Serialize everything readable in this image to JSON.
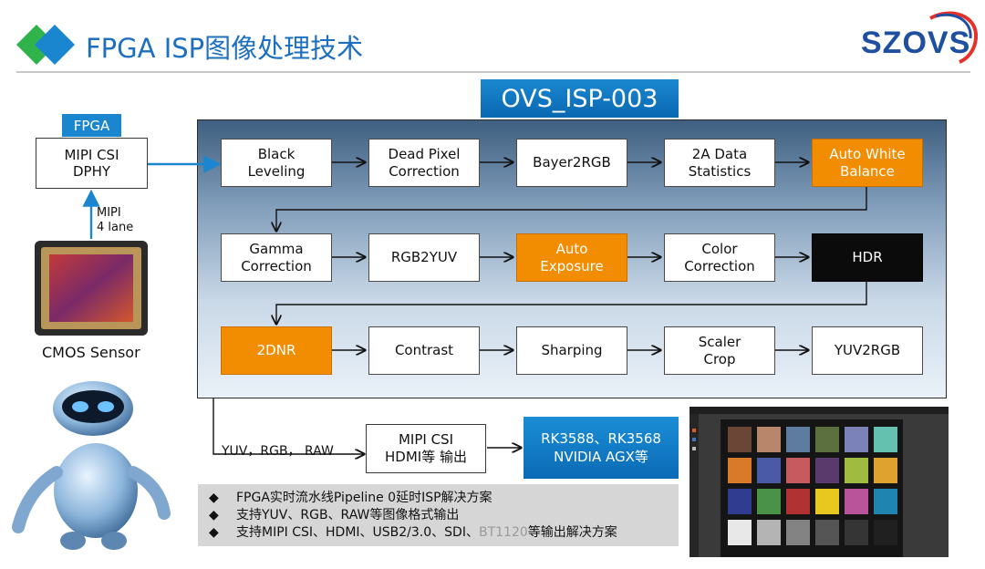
{
  "header": {
    "title": "FPGA ISP图像处理技术",
    "logo_text": "SZOVS"
  },
  "isp_title": "OVS_ISP-003",
  "pipeline": {
    "row1": [
      {
        "label": "Black\nLeveling",
        "style": "normal"
      },
      {
        "label": "Dead Pixel\nCorrection",
        "style": "normal"
      },
      {
        "label": "Bayer2RGB",
        "style": "normal"
      },
      {
        "label": "2A Data\nStatistics",
        "style": "normal"
      },
      {
        "label": "Auto White\nBalance",
        "style": "orange"
      }
    ],
    "row2": [
      {
        "label": "Gamma\nCorrection",
        "style": "normal"
      },
      {
        "label": "RGB2YUV",
        "style": "normal"
      },
      {
        "label": "Auto\nExposure",
        "style": "orange"
      },
      {
        "label": "Color\nCorrection",
        "style": "normal"
      },
      {
        "label": "HDR",
        "style": "black"
      }
    ],
    "row3": [
      {
        "label": "2DNR",
        "style": "orange"
      },
      {
        "label": "Contrast",
        "style": "normal"
      },
      {
        "label": "Sharping",
        "style": "normal"
      },
      {
        "label": "Scaler\nCrop",
        "style": "normal"
      },
      {
        "label": "YUV2RGB",
        "style": "normal"
      }
    ]
  },
  "fpga_tag": "FPGA",
  "mipi_box": "MIPI CSI\nDPHY",
  "mipi_lane": "MIPI\n4 lane",
  "sensor_label": "CMOS Sensor",
  "output_formats": "YUV，RGB， RAW",
  "output_box": "MIPI CSI\nHDMI等 输出",
  "soc_box": "RK3588、RK3568\nNVIDIA AGX等",
  "features": {
    "bullet": "◆",
    "line1": "FPGA实时流水线Pipeline 0延时ISP解决方案",
    "line2": "支持YUV、RGB、RAW等图像格式输出",
    "line3_a": "支持MIPI CSI、HDMI、USB2/3.0、SDI、",
    "line3_gray": "BT1120",
    "line3_b": "等输出解决方案"
  },
  "colors": {
    "brand_blue": "#1d6fc0",
    "orange": "#f28c00",
    "accent_green": "#2fb34a"
  }
}
